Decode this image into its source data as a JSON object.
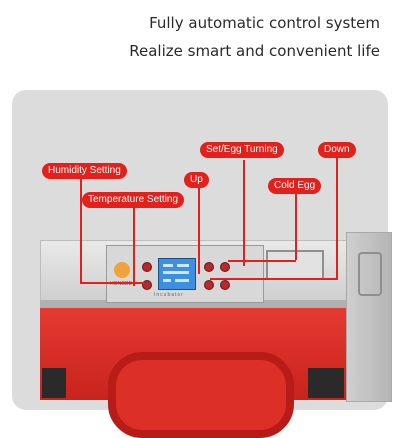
{
  "header": {
    "line1": "Fully automatic control system",
    "line2": "Realize smart and convenient life"
  },
  "callouts": {
    "humidity": "Humidity Setting",
    "temperature": "Temperature Setting",
    "up": "Up",
    "set_egg_turning": "Set/Egg Turning",
    "cold_egg": "Cold Egg",
    "down": "Down"
  },
  "device": {
    "brand": "HONGDE",
    "panel_text": "Incubator"
  },
  "colors": {
    "accent": "#e3201b",
    "body": "#d8d8d8",
    "lcd": "#3f8fe0"
  }
}
